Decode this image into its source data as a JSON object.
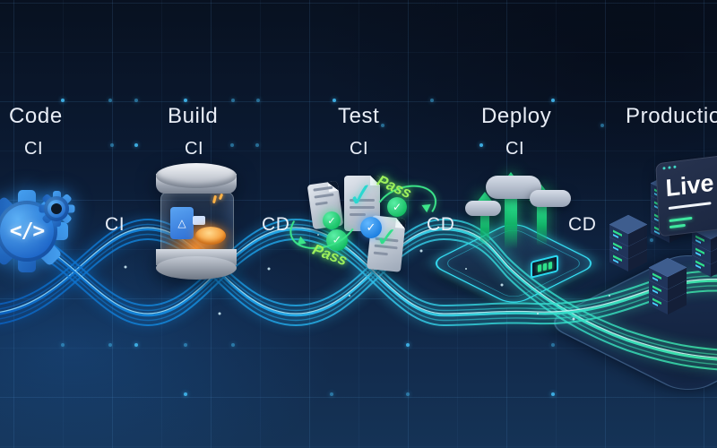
{
  "stages": [
    {
      "name": "Code",
      "badge": "CI"
    },
    {
      "name": "Build",
      "badge": "CI"
    },
    {
      "name": "Test",
      "badge": "CI"
    },
    {
      "name": "Deploy",
      "badge": "CI"
    },
    {
      "name": "Production"
    }
  ],
  "flow_labels": {
    "code_build": "CI",
    "build_test": "CD",
    "test_deploy": "CD",
    "deploy_production": "CD"
  },
  "badges": {
    "pass_upper": "Pass",
    "pass_lower": "Pass"
  },
  "live_screen": {
    "title": "Live"
  },
  "icons": {
    "code_glyph": "</>",
    "check": "✓",
    "build_machine_glyph": "△"
  },
  "colors": {
    "background_top": "#081120",
    "background_bottom": "#153356",
    "stream_blue": "#1796e8",
    "stream_cyan": "#35cdf2",
    "stream_teal": "#3fe9a8",
    "success_green": "#2fe08a",
    "pass_green": "#9df05c",
    "glow_cyan": "#35dff5",
    "orange_glow": "#f49026",
    "text": "#e9eef7",
    "grid_dot": "#3fb2e8"
  }
}
